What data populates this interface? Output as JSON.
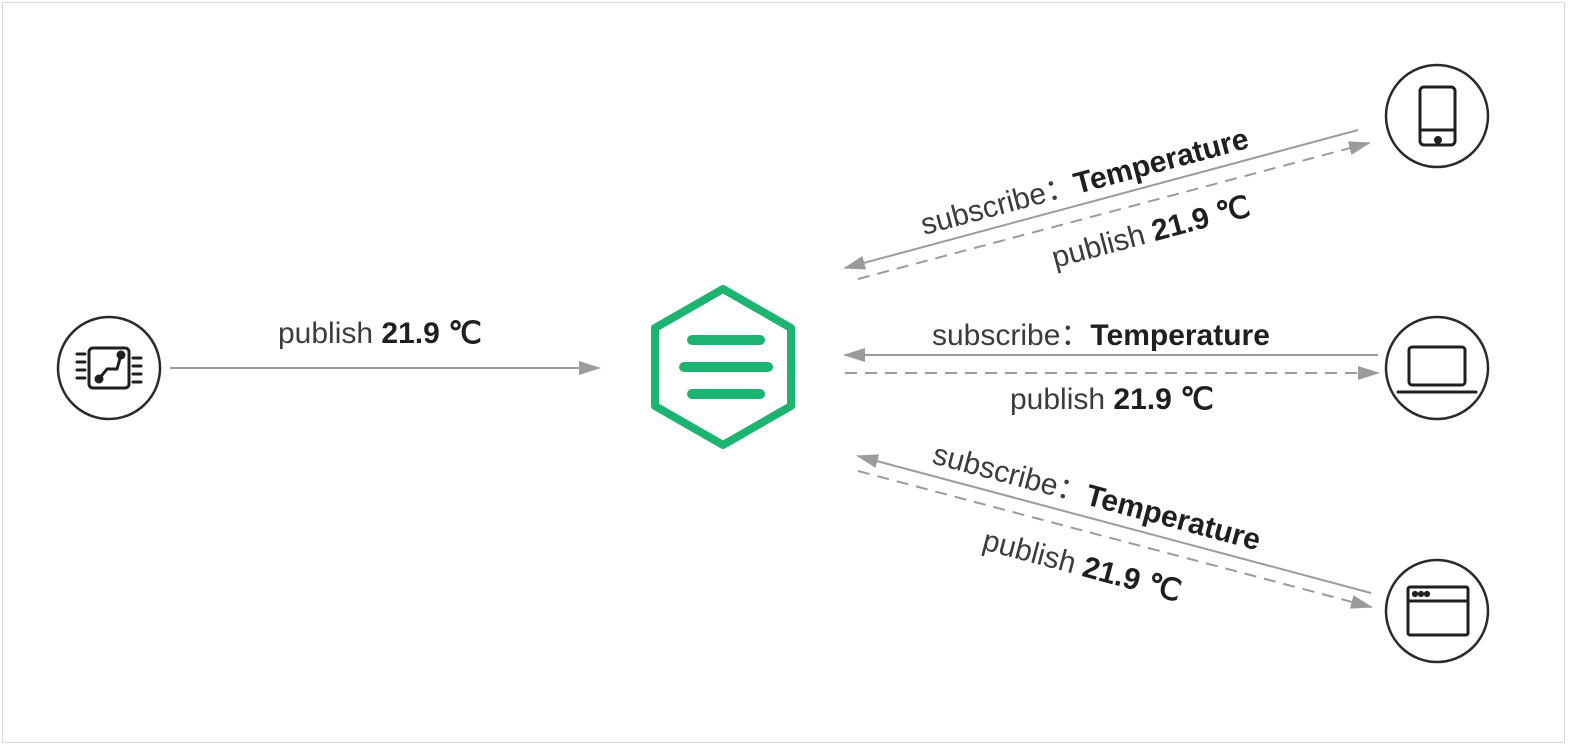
{
  "colors": {
    "accent": "#1DB370",
    "arrow": "#9b9b9b",
    "icon": "#1f1f1f"
  },
  "left_publish": {
    "verb": "publish",
    "value": "21.9 ℃"
  },
  "clients": [
    {
      "name": "mobile-phone-icon",
      "subscribe": {
        "verb": "subscribe：",
        "topic": "Temperature"
      },
      "publish": {
        "verb": "publish",
        "value": "21.9 ℃"
      }
    },
    {
      "name": "laptop-icon",
      "subscribe": {
        "verb": "subscribe：",
        "topic": "Temperature"
      },
      "publish": {
        "verb": "publish",
        "value": "21.9 ℃"
      }
    },
    {
      "name": "browser-window-icon",
      "subscribe": {
        "verb": "subscribe：",
        "topic": "Temperature"
      },
      "publish": {
        "verb": "publish",
        "value": "21.9 ℃"
      }
    }
  ]
}
